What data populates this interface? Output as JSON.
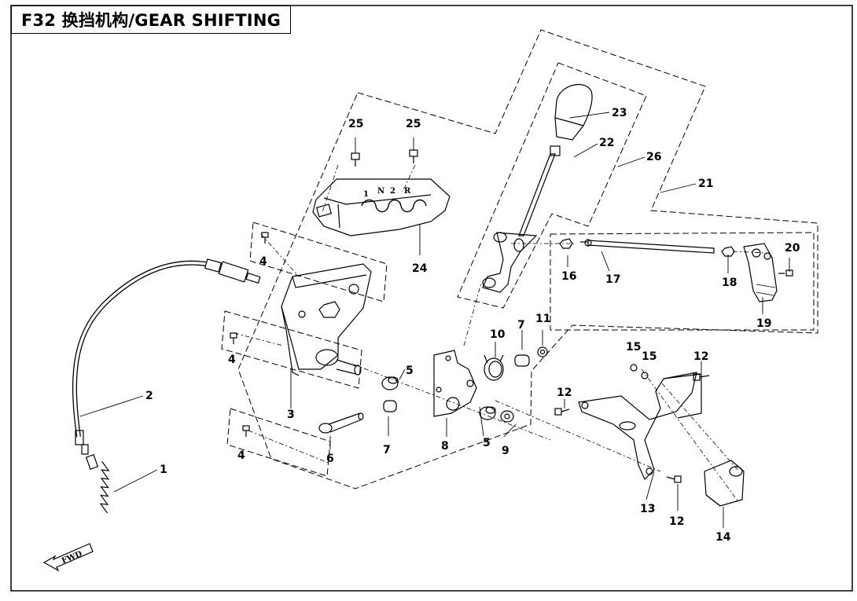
{
  "title": "F32 换挡机构/GEAR SHIFTING",
  "fwd_label": "FWD",
  "gate_marks": [
    "1",
    "N",
    "2",
    "R"
  ],
  "callouts": {
    "c1": "1",
    "c2": "2",
    "c3": "3",
    "c4a": "4",
    "c4b": "4",
    "c4c": "4",
    "c5a": "5",
    "c5b": "5",
    "c6": "6",
    "c7a": "7",
    "c7b": "7",
    "c8": "8",
    "c9": "9",
    "c10": "10",
    "c11": "11",
    "c12a": "12",
    "c12b": "12",
    "c12c": "12",
    "c13": "13",
    "c14": "14",
    "c15a": "15",
    "c15b": "15",
    "c16": "16",
    "c17": "17",
    "c18": "18",
    "c19": "19",
    "c20": "20",
    "c21": "21",
    "c22": "22",
    "c23": "23",
    "c24": "24",
    "c25a": "25",
    "c25b": "25",
    "c26": "26"
  }
}
